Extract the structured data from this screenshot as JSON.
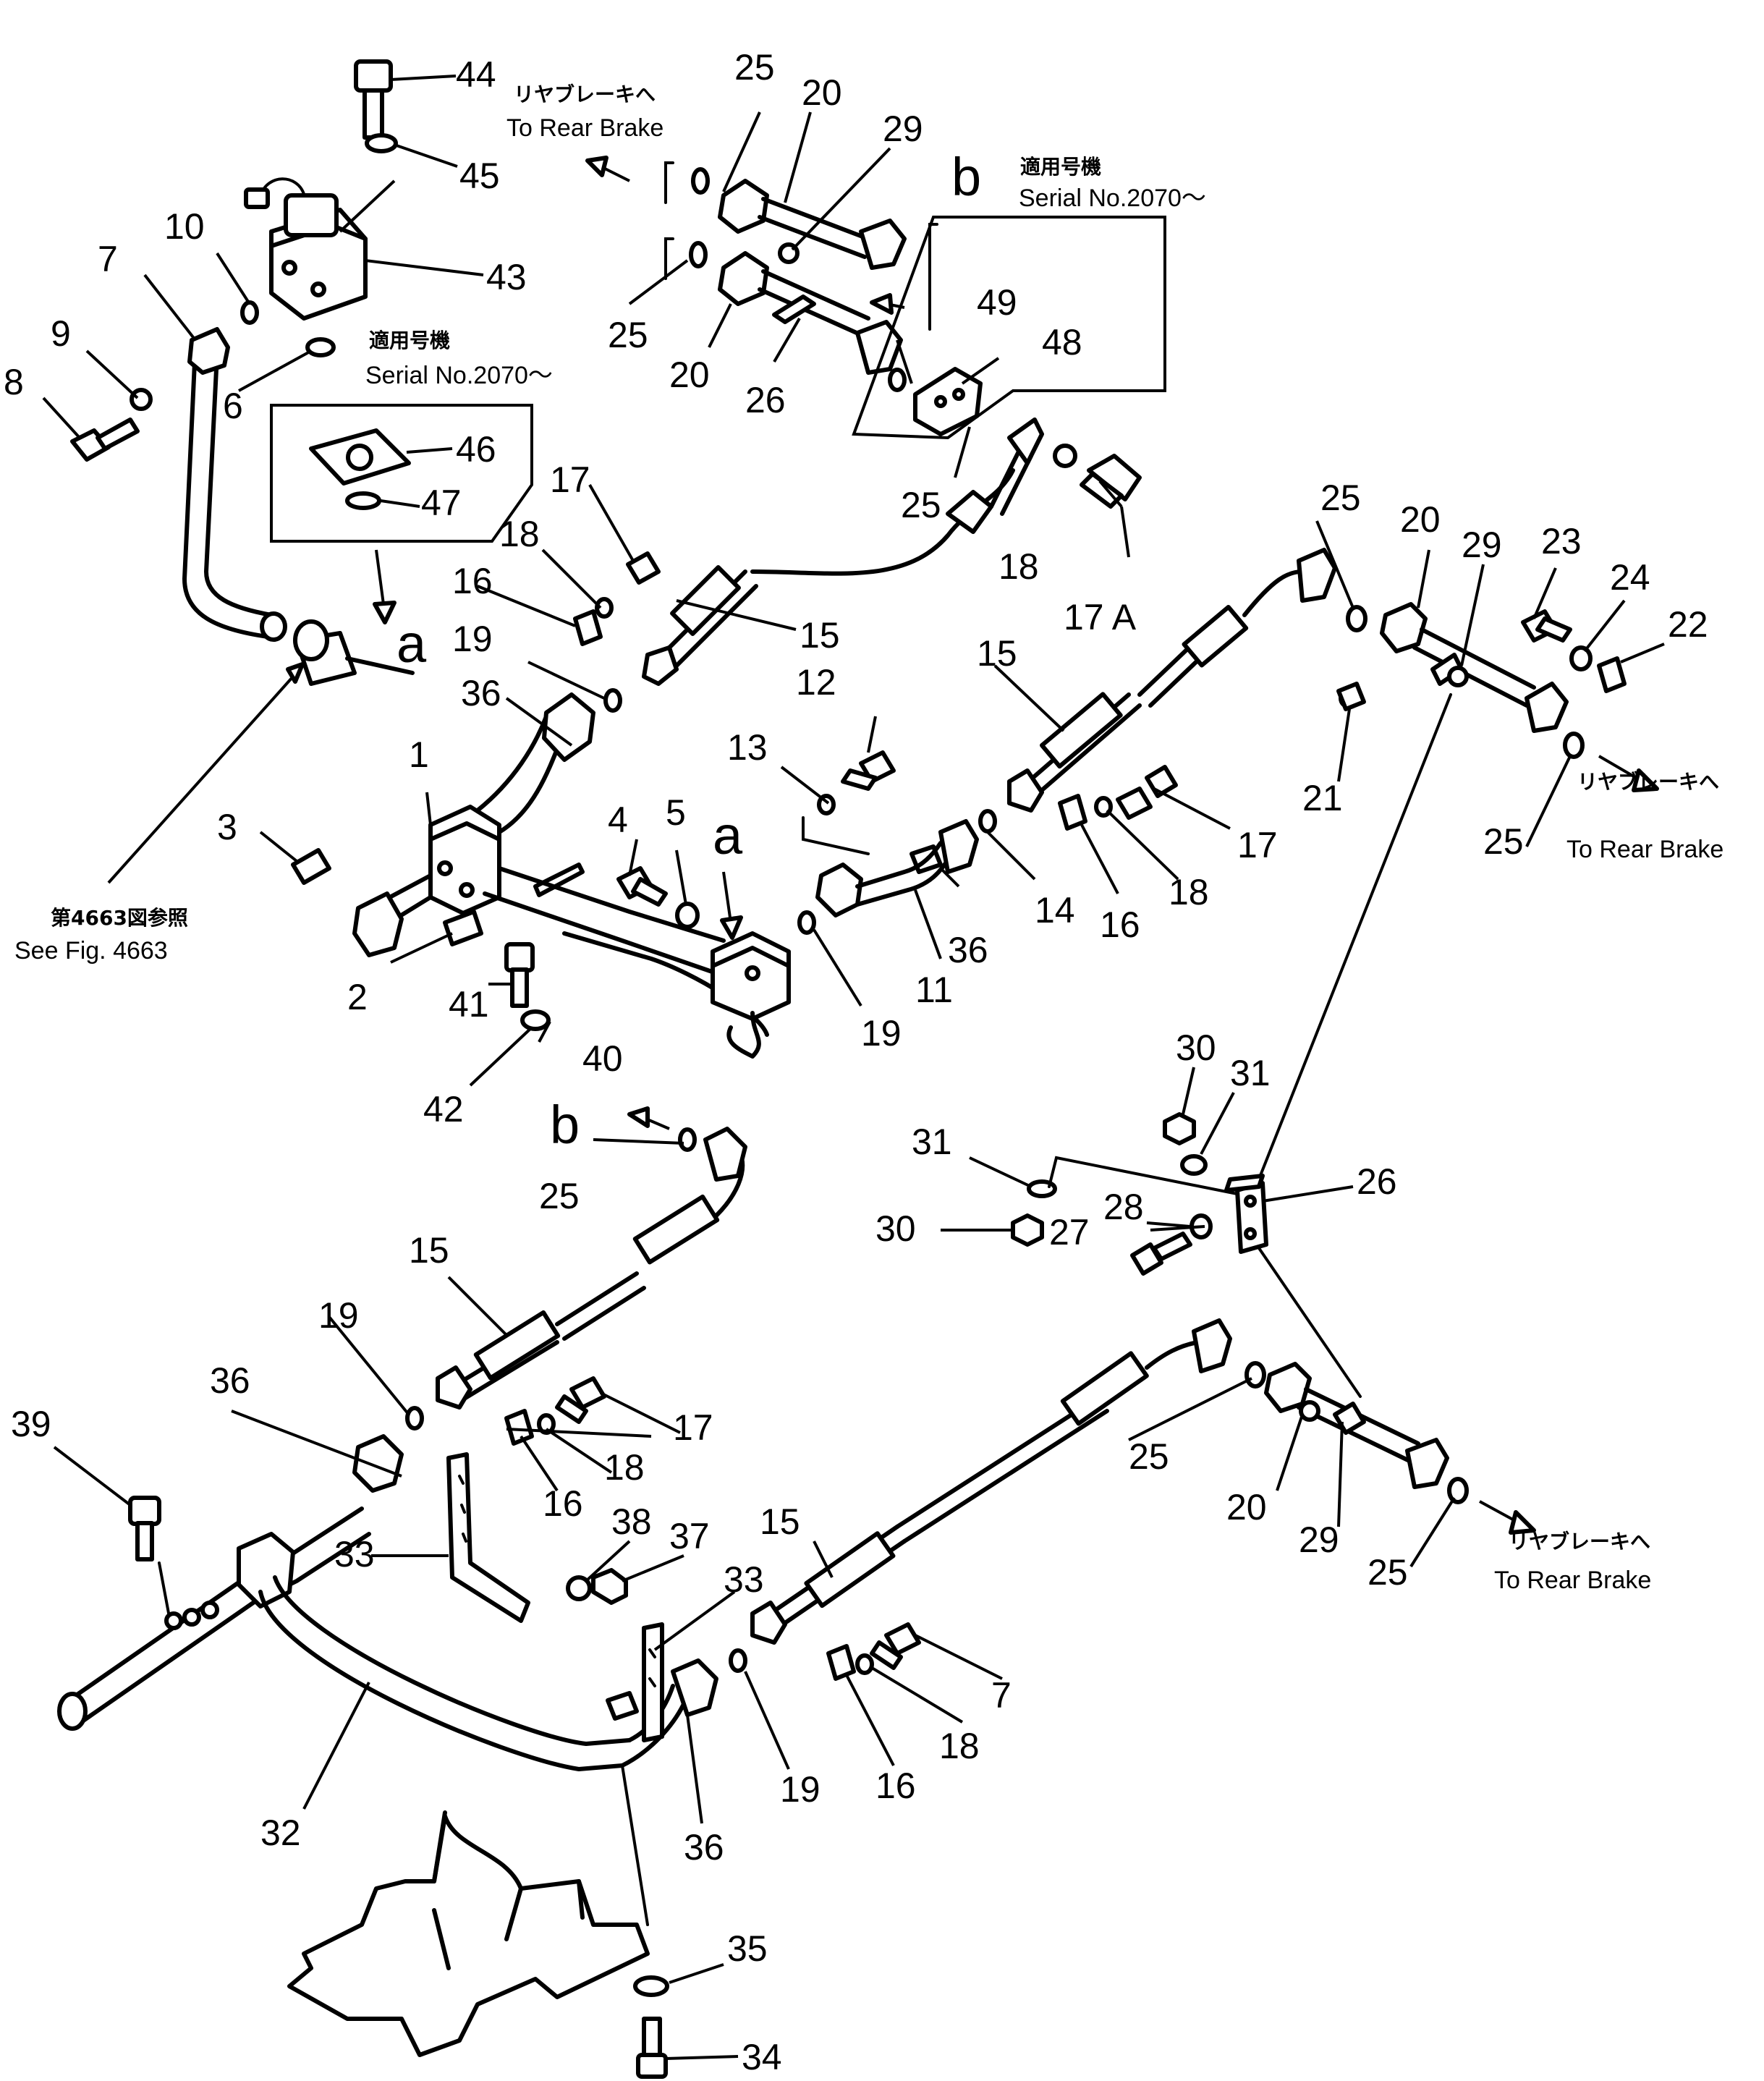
{
  "notes": {
    "to_rear_brake_jp": "リヤブレーキへ",
    "to_rear_brake_en": "To Rear Brake",
    "serial_jp": "適用号機",
    "serial_en": "Serial No.2070～",
    "see_fig_jp": "第4663図参照",
    "see_fig_en": "See Fig. 4663"
  },
  "view_letters": {
    "a": "a",
    "b": "b"
  },
  "labels": {
    "l1": "1",
    "l2": "2",
    "l3": "3",
    "l4": "4",
    "l5": "5",
    "l6": "6",
    "l7": "7",
    "l8": "8",
    "l9": "9",
    "l10": "10",
    "l11": "11",
    "l12": "12",
    "l13": "13",
    "l14": "14",
    "l15": "15",
    "l16": "16",
    "l17": "17",
    "l17a": "17 A",
    "l18": "18",
    "l19": "19",
    "l20": "20",
    "l21": "21",
    "l22": "22",
    "l23": "23",
    "l24": "24",
    "l25": "25",
    "l26": "26",
    "l27": "27",
    "l28": "28",
    "l29": "29",
    "l30": "30",
    "l31": "31",
    "l32": "32",
    "l33": "33",
    "l34": "34",
    "l35": "35",
    "l36": "36",
    "l37": "37",
    "l38": "38",
    "l39": "39",
    "l40": "40",
    "l41": "41",
    "l42": "42",
    "l43": "43",
    "l44": "44",
    "l45": "45",
    "l46": "46",
    "l47": "47",
    "l48": "48",
    "l49": "49"
  }
}
